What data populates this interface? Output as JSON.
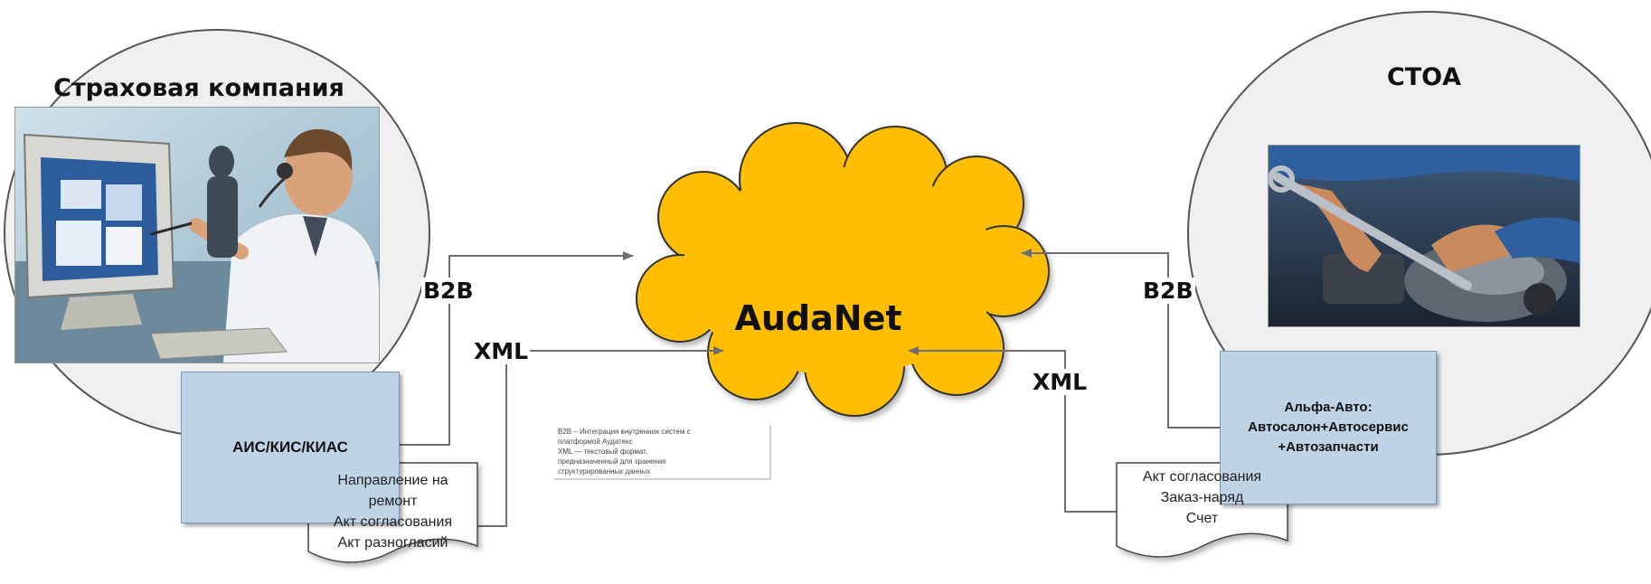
{
  "diagram": {
    "insurer": {
      "title": "Страховая компания",
      "system_label": "АИС/КИС/КИАС",
      "documents": [
        "Направление на",
        "ремонт",
        "Акт согласования",
        "Акт разногласий"
      ]
    },
    "center": {
      "label": "AudaNet",
      "note_lines": [
        "B2B – Интеграция внутренних систем с",
        "платформой Аудатекс",
        "XML — текстовый формат,",
        "предназначенный для хранения",
        "структурированных данных"
      ]
    },
    "service": {
      "title": "СТОА",
      "system_lines": [
        "Альфа-Авто:",
        "Автосалон+Автосервис",
        "+Автозапчасти"
      ],
      "documents": [
        "Акт согласования",
        "Заказ-наряд",
        "Счет"
      ]
    },
    "connectors": {
      "left_b2b": "B2B",
      "left_xml": "XML",
      "right_b2b": "B2B",
      "right_xml": "XML"
    },
    "colors": {
      "cloud_fill": "#ffbf00",
      "system_box": "#bfd3e6",
      "circle_fill": "#efefef"
    }
  }
}
